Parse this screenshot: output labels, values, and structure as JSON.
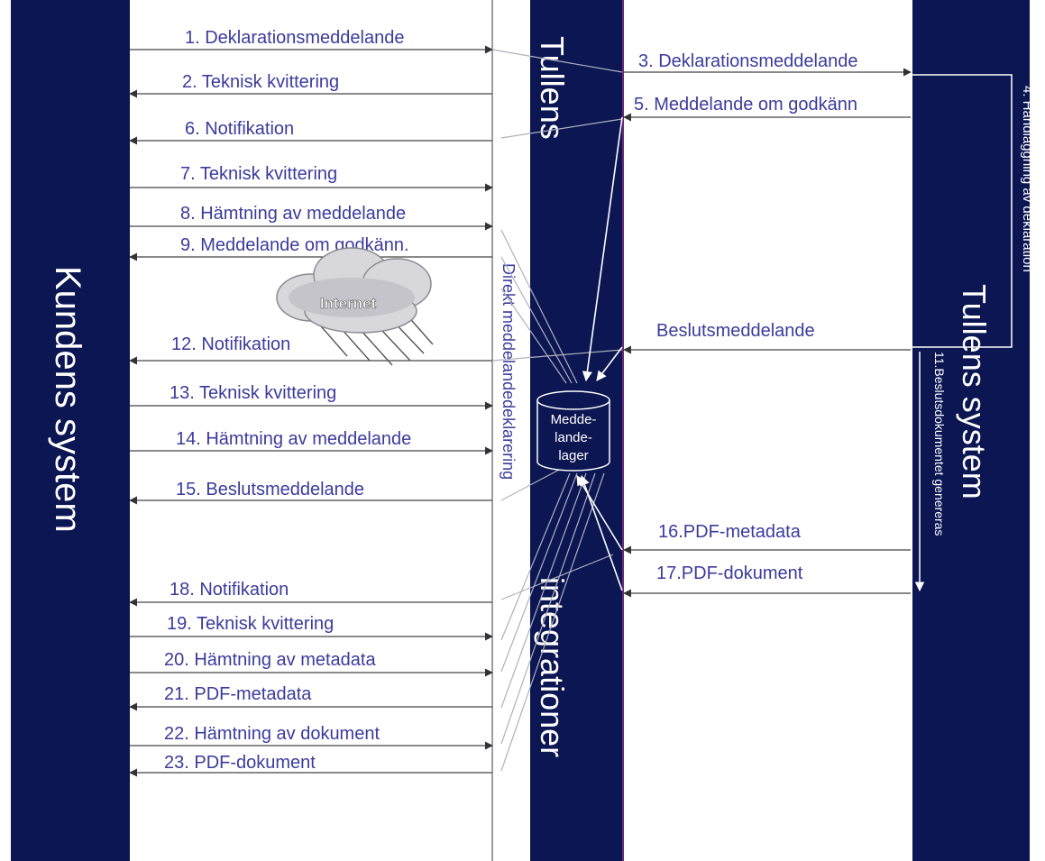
{
  "colors": {
    "navy": "#0b1652",
    "arrow_text": "#3b3b9c",
    "line": "#5a5a6e",
    "thin_line": "#9a9aa6",
    "purple_edge": "#6b2a7a",
    "white": "#ffffff"
  },
  "columns": {
    "customer_system": "Kundens system",
    "customs_integrations_top": "Tullens",
    "customs_integrations_bottom": "integrationer",
    "customs_system": "Tullens system",
    "direct_declaration": "Direkt meddelandedeklarering"
  },
  "storage": {
    "line1": "Medde-",
    "line2": "lande-",
    "line3": "lager"
  },
  "cloud": {
    "label": "Internet",
    "icon": "cloud-rain-icon"
  },
  "left_messages": [
    "1. Deklarationsmeddelande",
    "2. Teknisk kvittering",
    "6. Notifikation",
    "7. Teknisk kvittering",
    "8. Hämtning av meddelande",
    "9. Meddelande om godkänn.",
    "12. Notifikation",
    "13. Teknisk kvittering",
    "14. Hämtning av meddelande",
    "15. Beslutsmeddelande",
    "18. Notifikation",
    "19. Teknisk kvittering",
    "20. Hämtning av metadata",
    "21. PDF-metadata",
    "22. Hämtning av dokument",
    "23. PDF-dokument"
  ],
  "right_messages": [
    "3. Deklarationsmeddelande",
    "5. Meddelande om godkänn",
    "Beslutsmeddelande",
    "16.PDF-metadata",
    "17.PDF-dokument"
  ],
  "side_labels": {
    "handling": "4. Handläggning av deklaration",
    "decision_doc": "11.Beslutsdokumentet genereras"
  }
}
